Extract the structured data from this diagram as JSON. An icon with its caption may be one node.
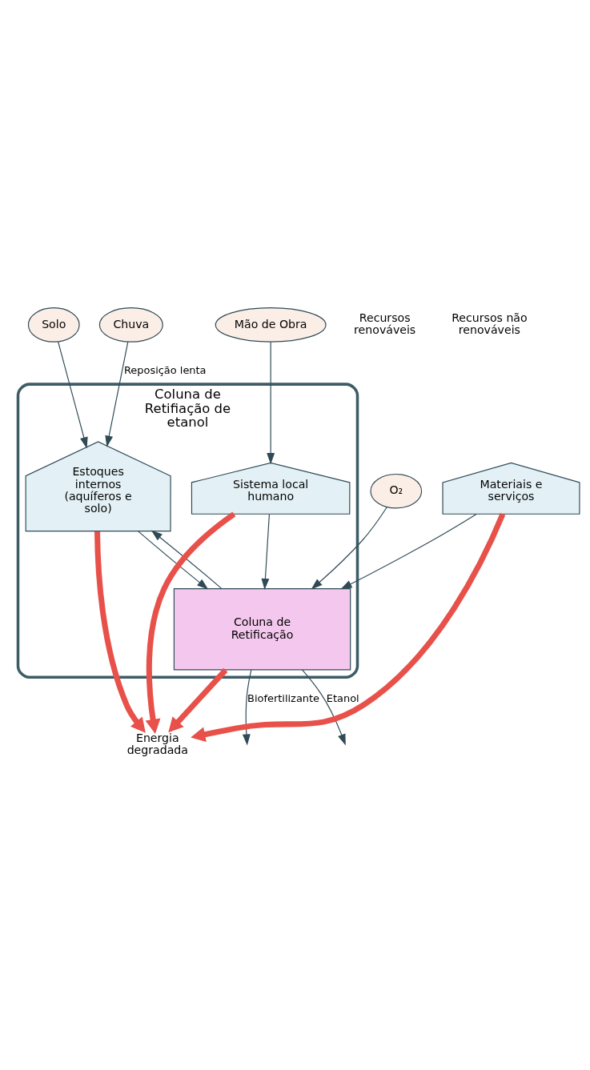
{
  "diagram": {
    "nodes": [
      {
        "text": [
          "Coluna de Retifiação de etanol"
        ]
      },
      {
        "text": [
          "O₂"
        ]
      },
      {
        "text": [
          "Solo"
        ]
      },
      {
        "text": [
          "Chuva"
        ]
      },
      {
        "text": [
          "Mão de Obra"
        ]
      },
      {
        "text": [
          "Estoques internos (aquíferos e solo)"
        ],
        "in": 0
      },
      {
        "text": [
          "Coluna de Retificação"
        ],
        "in": 0
      },
      {
        "text": [
          "Materiais e serviços"
        ]
      },
      {
        "text": [
          "Sistema local humano"
        ],
        "in": 0
      },
      {
        "text": [
          "Energia degradada"
        ]
      }
    ],
    "edges": [
      {
        "from": 3,
        "to": 5,
        "arrow": "to",
        "label": "Reposição lenta"
      },
      {
        "from": 2,
        "to": 5,
        "arrow": "to"
      },
      {
        "from": 1,
        "to": 6,
        "arrow": "to"
      },
      {
        "from": 5,
        "to": 6,
        "arrow": "to"
      },
      {
        "from": 8,
        "to": 6,
        "arrow": "to"
      },
      {
        "from": 7,
        "to": 6,
        "arrow": "to"
      },
      {
        "from": 6,
        "to": 5,
        "arrow": "to"
      },
      {
        "from": 4,
        "to": 8,
        "arrow": "to"
      },
      {
        "from": 5,
        "to": 9,
        "arrow": "to",
        "color": "#e8504a",
        "style": "thick"
      },
      {
        "from": 6,
        "to": 9,
        "arrow": "to",
        "color": "#e8504a",
        "style": "thick"
      },
      {
        "from": 7,
        "to": 9,
        "arrow": "to",
        "color": "#e8504a",
        "style": "thick"
      },
      {
        "from": 8,
        "to": 9,
        "arrow": "to",
        "color": "#e8504a",
        "style": "thick"
      },
      {
        "from": 6,
        "to": null,
        "arrow": "to",
        "label": "Etanol"
      },
      {
        "from": 6,
        "to": null,
        "arrow": "to",
        "label": "Biofertilizante"
      }
    ],
    "labels": [
      "Recursos renováveis",
      "Recursos não renováveis"
    ]
  }
}
